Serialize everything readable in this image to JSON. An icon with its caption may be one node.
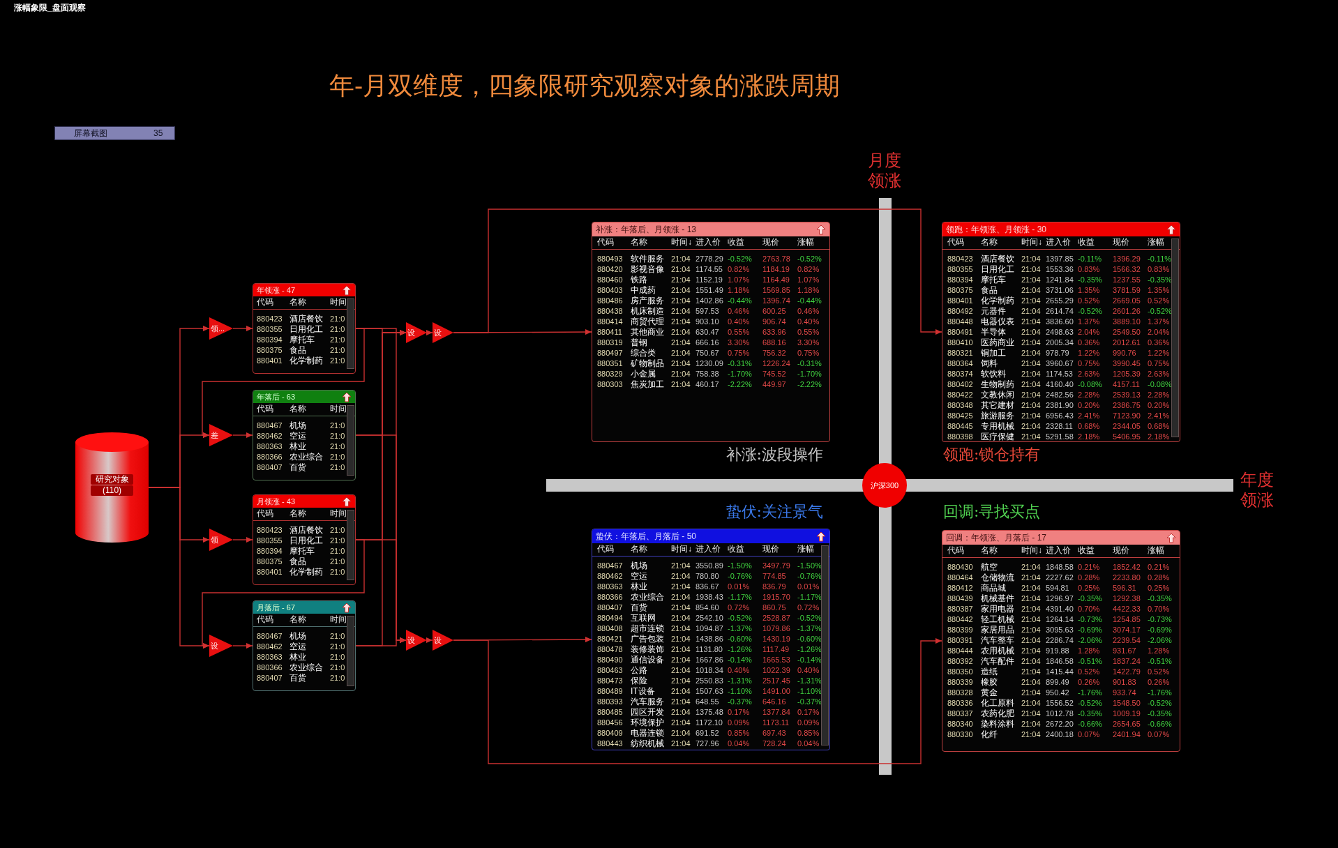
{
  "diagram": {
    "title": "年-月双维度，四象限研究观察对象的涨跌周期",
    "nodes": [
      {
        "text": [
          "研究对象",
          "(110)"
        ]
      },
      {
        "text": [
          "领..."
        ]
      },
      {
        "text": [
          "差"
        ]
      },
      {
        "text": [
          "领"
        ]
      },
      {
        "text": [
          "设"
        ]
      },
      {
        "text": [
          "年领涨 - 47",
          "代码",
          "名称",
          "时间",
          "880423",
          "酒店餐饮",
          "21:0",
          "880355",
          "日用化工",
          "21:0",
          "880394",
          "摩托车",
          "21:0",
          "880375",
          "食品",
          "21:0",
          "880401",
          "化学制药",
          "21:0"
        ]
      },
      {
        "text": [
          "年落后 - 63",
          "代码",
          "名称",
          "时间",
          "880467",
          "机场",
          "21:0",
          "880462",
          "空运",
          "21:0",
          "880363",
          "林业",
          "21:0",
          "880366",
          "农业综合",
          "21:0",
          "880407",
          "百货",
          "21:0"
        ]
      },
      {
        "text": [
          "月领涨 - 43",
          "代码",
          "名称",
          "时间",
          "880423",
          "酒店餐饮",
          "21:0",
          "880355",
          "日用化工",
          "21:0",
          "880394",
          "摩托车",
          "21:0",
          "880375",
          "食品",
          "21:0",
          "880401",
          "化学制药",
          "21:0"
        ]
      },
      {
        "text": [
          "月落后 - 67",
          "代码",
          "名称",
          "时间",
          "880467",
          "机场",
          "21:0",
          "880462",
          "空运",
          "21:0",
          "880363",
          "林业",
          "21:0",
          "880366",
          "农业综合",
          "21:0",
          "880407",
          "百货",
          "21:0"
        ]
      },
      {
        "text": [
          "设"
        ]
      },
      {
        "text": [
          "设"
        ]
      },
      {
        "text": [
          "设"
        ]
      },
      {
        "text": [
          "设"
        ]
      },
      {
        "text": [
          "补涨：年落后、月领涨 - 13",
          "代码",
          "名称",
          "时间↓",
          "进入价",
          "收益",
          "现价",
          "涨幅",
          "880493",
          "软件服务",
          "21:04",
          "2778.29",
          "-0.52%",
          "2763.78",
          "-0.52%",
          "880420",
          "影视音像",
          "21:04",
          "1174.55",
          "0.82%",
          "1184.19",
          "0.82%",
          "880460",
          "铁路",
          "21:04",
          "1152.19",
          "1.07%",
          "1164.49",
          "1.07%",
          "880403",
          "中成药",
          "21:04",
          "1551.49",
          "1.18%",
          "1569.85",
          "1.18%",
          "880486",
          "房产服务",
          "21:04",
          "1402.86",
          "-0.44%",
          "1396.74",
          "-0.44%",
          "880438",
          "机床制造",
          "21:04",
          "597.53",
          "0.46%",
          "600.25",
          "0.46%",
          "880414",
          "商贸代理",
          "21:04",
          "903.10",
          "0.40%",
          "906.74",
          "0.40%",
          "880411",
          "其他商业",
          "21:04",
          "630.47",
          "0.55%",
          "633.96",
          "0.55%",
          "880319",
          "普钢",
          "21:04",
          "666.16",
          "3.30%",
          "688.16",
          "3.30%",
          "880497",
          "综合类",
          "21:04",
          "750.67",
          "0.75%",
          "756.32",
          "0.75%",
          "880351",
          "矿物制品",
          "21:04",
          "1230.09",
          "-0.31%",
          "1226.24",
          "-0.31%",
          "880329",
          "小金属",
          "21:04",
          "758.38",
          "-1.70%",
          "745.52",
          "-1.70%",
          "880303",
          "焦炭加工",
          "21:04",
          "460.17",
          "-2.22%",
          "449.97",
          "-2.22%"
        ],
        "beside": [
          "补涨:波段操作"
        ]
      },
      {
        "text": [
          "领跑：年领涨、月领涨 - 30",
          "代码",
          "名称",
          "时间↓",
          "进入价",
          "收益",
          "现价",
          "涨幅",
          "880423",
          "酒店餐饮",
          "21:04",
          "1397.85",
          "-0.11%",
          "1396.29",
          "-0.11%",
          "880355",
          "日用化工",
          "21:04",
          "1553.36",
          "0.83%",
          "1566.32",
          "0.83%",
          "880394",
          "摩托车",
          "21:04",
          "1241.84",
          "-0.35%",
          "1237.55",
          "-0.35%",
          "880375",
          "食品",
          "21:04",
          "3731.06",
          "1.35%",
          "3781.59",
          "1.35%",
          "880401",
          "化学制药",
          "21:04",
          "2655.29",
          "0.52%",
          "2669.05",
          "0.52%",
          "880492",
          "元器件",
          "21:04",
          "2614.74",
          "-0.52%",
          "2601.26",
          "-0.52%",
          "880448",
          "电器仪表",
          "21:04",
          "3836.60",
          "1.37%",
          "3889.10",
          "1.37%",
          "880491",
          "半导体",
          "21:04",
          "2498.63",
          "2.04%",
          "2549.50",
          "2.04%",
          "880410",
          "医药商业",
          "21:04",
          "2005.34",
          "0.36%",
          "2012.61",
          "0.36%",
          "880321",
          "铜加工",
          "21:04",
          "978.79",
          "1.22%",
          "990.76",
          "1.22%",
          "880364",
          "饲料",
          "21:04",
          "3960.67",
          "0.75%",
          "3990.45",
          "0.75%",
          "880374",
          "软饮料",
          "21:04",
          "1174.53",
          "2.63%",
          "1205.39",
          "2.63%",
          "880402",
          "生物制药",
          "21:04",
          "4160.40",
          "-0.08%",
          "4157.11",
          "-0.08%",
          "880422",
          "文教休闲",
          "21:04",
          "2482.56",
          "2.28%",
          "2539.13",
          "2.28%",
          "880348",
          "其它建材",
          "21:04",
          "2381.90",
          "0.20%",
          "2386.75",
          "0.20%",
          "880425",
          "旅游服务",
          "21:04",
          "6956.43",
          "2.41%",
          "7123.90",
          "2.41%",
          "880445",
          "专用机械",
          "21:04",
          "2328.11",
          "0.68%",
          "2344.05",
          "0.68%",
          "880398",
          "医疗保健",
          "21:04",
          "5291.58",
          "2.18%",
          "5406.95",
          "2.18%"
        ],
        "beside": [
          "领跑:锁仓持有"
        ]
      },
      {
        "text": [
          "蛰伏：年落后、月落后 - 50",
          "代码",
          "名称",
          "时间↓",
          "进入价",
          "收益",
          "现价",
          "涨幅",
          "880467",
          "机场",
          "21:04",
          "3550.89",
          "-1.50%",
          "3497.79",
          "-1.50%",
          "880462",
          "空运",
          "21:04",
          "780.80",
          "-0.76%",
          "774.85",
          "-0.76%",
          "880363",
          "林业",
          "21:04",
          "836.67",
          "0.01%",
          "836.79",
          "0.01%",
          "880366",
          "农业综合",
          "21:04",
          "1938.43",
          "-1.17%",
          "1915.70",
          "-1.17%",
          "880407",
          "百货",
          "21:04",
          "854.60",
          "0.72%",
          "860.75",
          "0.72%",
          "880494",
          "互联网",
          "21:04",
          "2542.10",
          "-0.52%",
          "2528.87",
          "-0.52%",
          "880408",
          "超市连锁",
          "21:04",
          "1094.87",
          "-1.37%",
          "1079.86",
          "-1.37%",
          "880421",
          "广告包装",
          "21:04",
          "1438.86",
          "-0.60%",
          "1430.19",
          "-0.60%",
          "880478",
          "装修装饰",
          "21:04",
          "1131.80",
          "-1.26%",
          "1117.49",
          "-1.26%",
          "880490",
          "通信设备",
          "21:04",
          "1667.86",
          "-0.14%",
          "1665.53",
          "-0.14%",
          "880463",
          "公路",
          "21:04",
          "1018.34",
          "0.40%",
          "1022.39",
          "0.40%",
          "880473",
          "保险",
          "21:04",
          "2550.83",
          "-1.31%",
          "2517.45",
          "-1.31%",
          "880489",
          "IT设备",
          "21:04",
          "1507.63",
          "-1.10%",
          "1491.00",
          "-1.10%",
          "880393",
          "汽车服务",
          "21:04",
          "648.55",
          "-0.37%",
          "646.16",
          "-0.37%",
          "880485",
          "园区开发",
          "21:04",
          "1375.48",
          "0.17%",
          "1377.84",
          "0.17%",
          "880456",
          "环境保护",
          "21:04",
          "1172.10",
          "0.09%",
          "1173.11",
          "0.09%",
          "880409",
          "电器连锁",
          "21:04",
          "691.52",
          "0.85%",
          "697.43",
          "0.85%",
          "880443",
          "纺织机械",
          "21:04",
          "727.96",
          "0.04%",
          "728.24",
          "0.04%"
        ],
        "beside": [
          "蛰伏:关注景气"
        ]
      },
      {
        "text": [
          "回调：年领涨、月落后 - 17",
          "代码",
          "名称",
          "时间↓",
          "进入价",
          "收益",
          "现价",
          "涨幅",
          "880430",
          "航空",
          "21:04",
          "1848.58",
          "0.21%",
          "1852.42",
          "0.21%",
          "880464",
          "仓储物流",
          "21:04",
          "2227.62",
          "0.28%",
          "2233.80",
          "0.28%",
          "880412",
          "商品城",
          "21:04",
          "594.81",
          "0.25%",
          "596.31",
          "0.25%",
          "880439",
          "机械基件",
          "21:04",
          "1296.97",
          "-0.35%",
          "1292.38",
          "-0.35%",
          "880387",
          "家用电器",
          "21:04",
          "4391.40",
          "0.70%",
          "4422.33",
          "0.70%",
          "880442",
          "轻工机械",
          "21:04",
          "1264.14",
          "-0.73%",
          "1254.85",
          "-0.73%",
          "880399",
          "家居用品",
          "21:04",
          "3095.63",
          "-0.69%",
          "3074.17",
          "-0.69%",
          "880391",
          "汽车整车",
          "21:04",
          "2286.74",
          "-2.06%",
          "2239.54",
          "-2.06%",
          "880444",
          "农用机械",
          "21:04",
          "919.88",
          "1.28%",
          "931.67",
          "1.28%",
          "880392",
          "汽车配件",
          "21:04",
          "1846.58",
          "-0.51%",
          "1837.24",
          "-0.51%",
          "880350",
          "造纸",
          "21:04",
          "1415.44",
          "0.52%",
          "1422.79",
          "0.52%",
          "880339",
          "橡胶",
          "21:04",
          "899.49",
          "0.26%",
          "901.83",
          "0.26%",
          "880328",
          "黄金",
          "21:04",
          "950.42",
          "-1.76%",
          "933.74",
          "-1.76%",
          "880336",
          "化工原料",
          "21:04",
          "1556.52",
          "-0.52%",
          "1548.50",
          "-0.52%",
          "880337",
          "农药化肥",
          "21:04",
          "1012.78",
          "-0.35%",
          "1009.19",
          "-0.35%",
          "880340",
          "染料涂料",
          "21:04",
          "2672.20",
          "-0.66%",
          "2654.65",
          "-0.66%",
          "880330",
          "化纤",
          "21:04",
          "2400.18",
          "0.07%",
          "2401.94",
          "0.07%"
        ],
        "beside": [
          "回调:寻找买点"
        ]
      },
      {
        "text": [
          "沪深300"
        ]
      }
    ],
    "edges": [
      {
        "from": 0,
        "to": 1,
        "arrow": "to"
      },
      {
        "from": 0,
        "to": 2,
        "arrow": "to"
      },
      {
        "from": 0,
        "to": 3,
        "arrow": "to"
      },
      {
        "from": 0,
        "to": 4,
        "arrow": "to"
      },
      {
        "from": 1,
        "to": 5,
        "arrow": "to"
      },
      {
        "from": 2,
        "to": 6,
        "arrow": "to"
      },
      {
        "from": 3,
        "to": 7,
        "arrow": "to"
      },
      {
        "from": 4,
        "to": 8,
        "arrow": "to"
      },
      {
        "from": 5,
        "to": 2,
        "arrow": "to"
      },
      {
        "from": 7,
        "to": 4,
        "arrow": "to"
      },
      {
        "from": 5,
        "to": 9,
        "arrow": "to"
      },
      {
        "from": 6,
        "to": 9,
        "arrow": "to"
      },
      {
        "from": 7,
        "to": 9,
        "arrow": "to"
      },
      {
        "from": 8,
        "to": 9,
        "arrow": "to"
      },
      {
        "from": 5,
        "to": 11,
        "arrow": "to"
      },
      {
        "from": 6,
        "to": 11,
        "arrow": "to"
      },
      {
        "from": 7,
        "to": 11,
        "arrow": "to"
      },
      {
        "from": 8,
        "to": 11,
        "arrow": "to"
      },
      {
        "from": 9,
        "to": 10,
        "arrow": "to"
      },
      {
        "from": 11,
        "to": 12,
        "arrow": "to"
      },
      {
        "from": 10,
        "to": 13,
        "arrow": "to"
      },
      {
        "from": 10,
        "to": 14,
        "arrow": "to"
      },
      {
        "from": 12,
        "to": 15,
        "arrow": "to"
      },
      {
        "from": 12,
        "to": 16,
        "arrow": "to"
      }
    ],
    "labels": [
      "涨幅象限_盘面观察",
      "屏幕截图",
      "35",
      "月度领涨",
      "年度领涨"
    ]
  }
}
